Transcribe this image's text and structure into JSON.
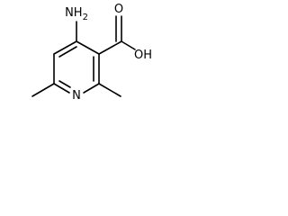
{
  "molecule": {
    "atoms": {
      "amine": "NH2",
      "amine_base": "NH",
      "amine_subscript": "2",
      "ring_nitrogen": "N",
      "carbonyl_oxygen": "O",
      "hydroxyl": "OH"
    }
  }
}
